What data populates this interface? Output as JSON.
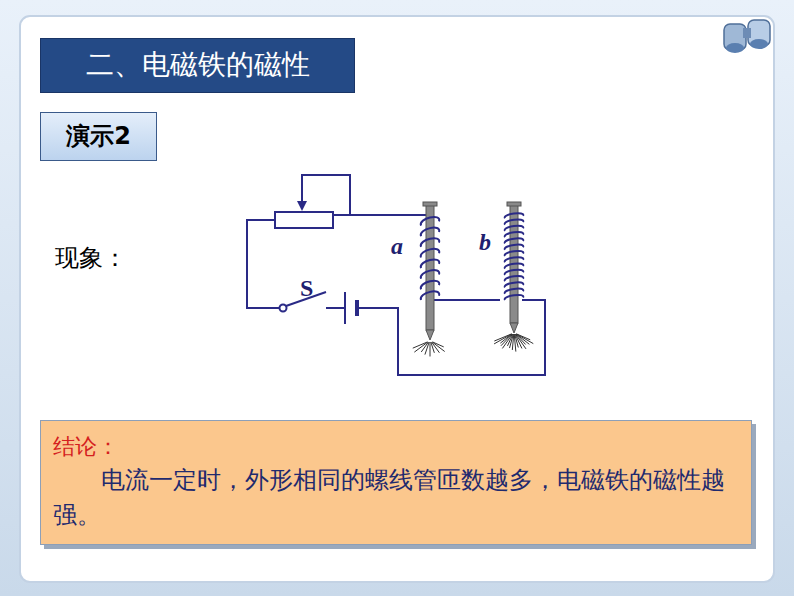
{
  "diagram": {
    "nodes": [
      {
        "text": [
          "二、电磁铁的磁性"
        ]
      },
      {
        "text": [
          "演示2"
        ]
      },
      {
        "text": [
          "结论：",
          "电流一定时，外形相同的螺线管匝数越多，电磁铁的磁性越强。"
        ]
      }
    ],
    "labels": [
      "现象：",
      "a",
      "b",
      "S"
    ]
  }
}
